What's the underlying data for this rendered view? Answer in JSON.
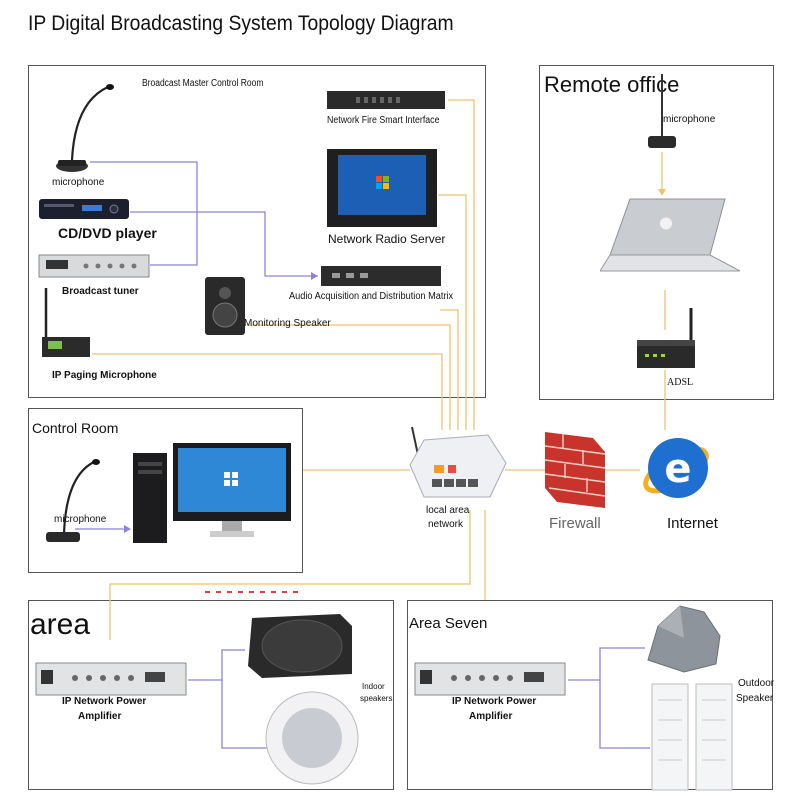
{
  "title": "IP Digital Broadcasting System Topology Diagram",
  "sections": {
    "master_room": "Broadcast Master Control Room",
    "remote_office": "Remote office",
    "control_room": "Control Room",
    "area": "area",
    "area_seven": "Area Seven"
  },
  "devices": {
    "microphone": "microphone",
    "cd_player": "CD/DVD player",
    "broadcast_tuner": "Broadcast tuner",
    "ip_paging_mic": "IP Paging Microphone",
    "fire_interface": "Network Fire Smart Interface",
    "radio_server": "Network Radio Server",
    "audio_matrix": "Audio Acquisition and Distribution Matrix",
    "monitor_speaker": "Monitoring Speaker",
    "remote_microphone": "microphone",
    "adsl": "ADSL",
    "lan_line1": "local area",
    "lan_line2": "network",
    "firewall": "Firewall",
    "internet": "Internet",
    "control_microphone": "microphone",
    "amp1_line1": "IP Network Power",
    "amp1_line2": "Amplifier",
    "indoor_line1": "Indoor",
    "indoor_line2": "speakers",
    "amp2_line1": "IP Network Power",
    "amp2_line2": "Amplifier",
    "outdoor_line1": "Outdoor",
    "outdoor_line2": "Speaker"
  },
  "colors": {
    "audio_link": "#8c84d8",
    "network_link": "#f0c26a",
    "firewall_red": "#c8342b",
    "internet_blue": "#1f6fd1"
  }
}
